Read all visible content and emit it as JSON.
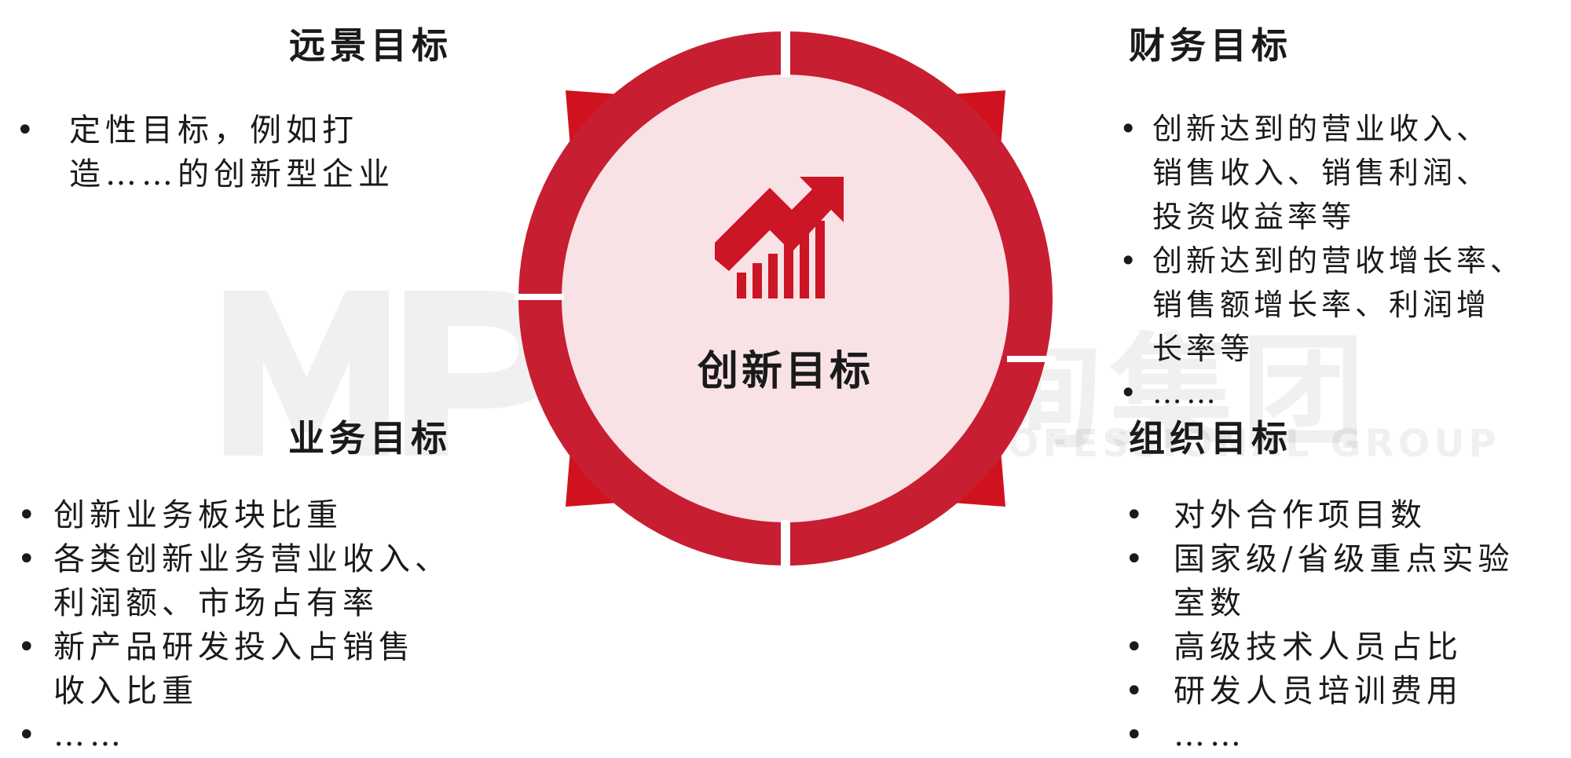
{
  "center": {
    "title": "创新目标"
  },
  "quadrants": {
    "vision": {
      "title": "远景目标",
      "items": [
        {
          "lines": [
            "定性目标，例如打",
            "造……的创新型企业"
          ]
        }
      ]
    },
    "finance": {
      "title": "财务目标",
      "items": [
        {
          "lines": [
            "创新达到的营业收入、",
            "销售收入、销售利润、",
            "投资收益率等"
          ]
        },
        {
          "lines": [
            "创新达到的营收增长率、",
            "销售额增长率、利润增",
            "长率等"
          ]
        },
        {
          "lines": [
            "……"
          ]
        }
      ]
    },
    "business": {
      "title": "业务目标",
      "items": [
        {
          "lines": [
            "创新业务板块比重"
          ]
        },
        {
          "lines": [
            "各类创新业务营业收入、",
            "利润额、市场占有率"
          ]
        },
        {
          "lines": [
            "新产品研发投入占销售",
            "收入比重"
          ]
        },
        {
          "lines": [
            "……"
          ]
        }
      ]
    },
    "organization": {
      "title": "组织目标",
      "items": [
        {
          "lines": [
            "对外合作项目数"
          ]
        },
        {
          "lines": [
            "国家级/省级重点实验",
            "室数"
          ]
        },
        {
          "lines": [
            "高级技术人员占比"
          ]
        },
        {
          "lines": [
            "研发人员培训费用"
          ]
        },
        {
          "lines": [
            "……"
          ]
        }
      ]
    }
  },
  "watermark": {
    "cn": "中大咨询集团",
    "en": "MANAGEMENT PROFESSIONAL GROUP",
    "logo_text": "MP"
  },
  "colors": {
    "ring": "#c81e32",
    "ring_inner": "#f9e2e5",
    "arrow": "#d0121f",
    "icon": "#cc1525"
  },
  "icons": {
    "center_icon": "rising-bar-chart-icon"
  }
}
